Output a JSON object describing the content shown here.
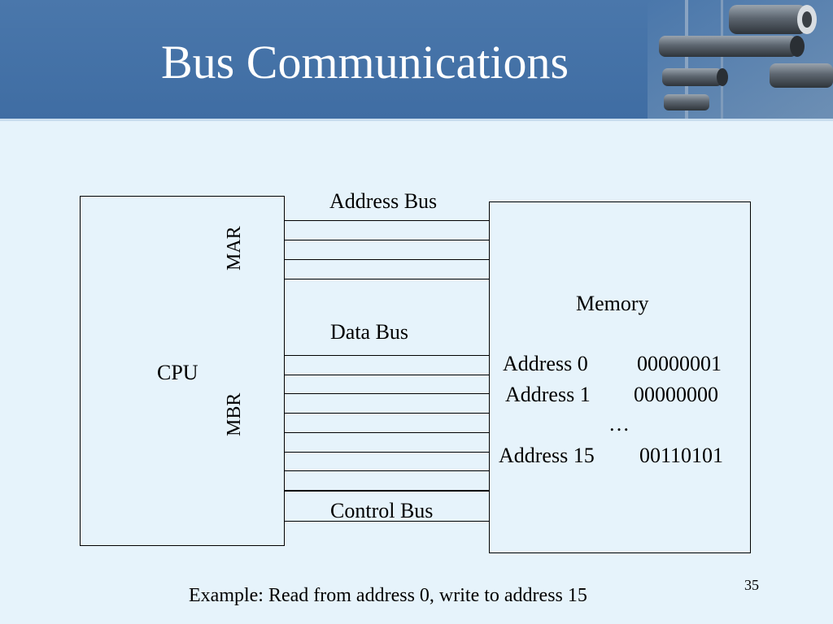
{
  "slide": {
    "title": "Bus Communications",
    "number": "35",
    "footer": "Example:  Read from address 0, write to address 15"
  },
  "colors": {
    "header": "#3f6da3",
    "background": "#e6f3fb",
    "title_text": "#ffffff"
  },
  "diagram": {
    "cpu": {
      "label": "CPU",
      "mar_label": "MAR",
      "mbr_label": "MBR"
    },
    "buses": {
      "address": {
        "label": "Address Bus",
        "line_count": 4
      },
      "data": {
        "label": "Data Bus",
        "line_count": 8
      },
      "control": {
        "label": "Control Bus",
        "line_count": 2
      }
    },
    "memory": {
      "label": "Memory",
      "rows": [
        {
          "address": "Address 0",
          "value": "00000001"
        },
        {
          "address": "Address 1",
          "value": "00000000"
        },
        {
          "address": "Address 15",
          "value": "00110101"
        }
      ],
      "ellipsis": "…"
    }
  }
}
